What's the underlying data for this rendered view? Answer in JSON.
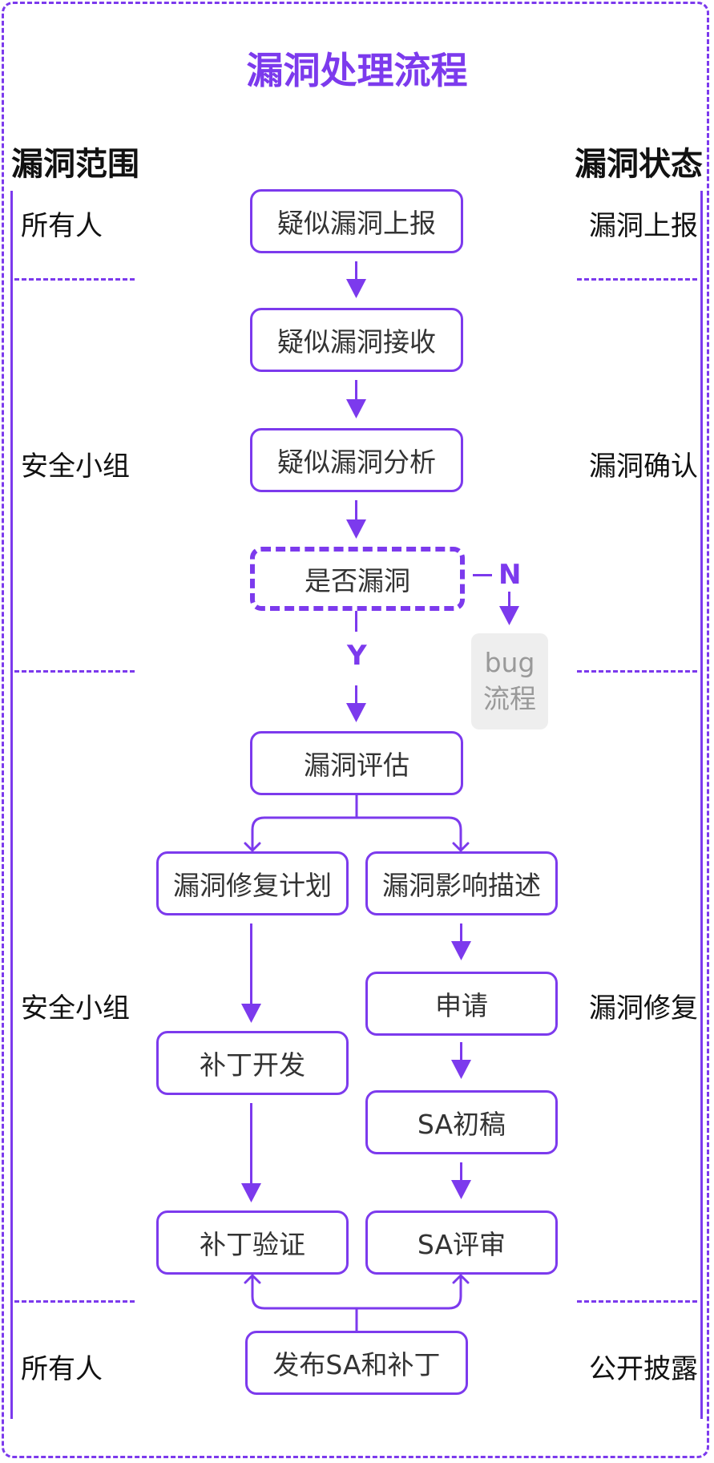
{
  "title": "漏洞处理流程",
  "headers": {
    "scope": "漏洞范围",
    "state": "漏洞状态"
  },
  "scopes": [
    "所有人",
    "安全小组",
    "安全小组",
    "所有人"
  ],
  "states": [
    "漏洞上报",
    "漏洞确认",
    "漏洞修复",
    "公开披露"
  ],
  "nodes": {
    "report": "疑似漏洞上报",
    "receive": "疑似漏洞接收",
    "analyze": "疑似漏洞分析",
    "decision": "是否漏洞",
    "bug_line1": "bug",
    "bug_line2": "流程",
    "assess": "漏洞评估",
    "fix_plan": "漏洞修复计划",
    "impact": "漏洞影响描述",
    "apply": "申请",
    "sa_draft": "SA初稿",
    "patch_dev": "补丁开发",
    "patch_verify": "补丁验证",
    "sa_review": "SA评审",
    "release": "发布SA和补丁"
  },
  "labels": {
    "no": "N",
    "yes": "Y"
  },
  "colors": {
    "accent": "#7c3aed",
    "text": "#333333",
    "muted": "#999999",
    "muted_bg": "#eeeeee"
  }
}
